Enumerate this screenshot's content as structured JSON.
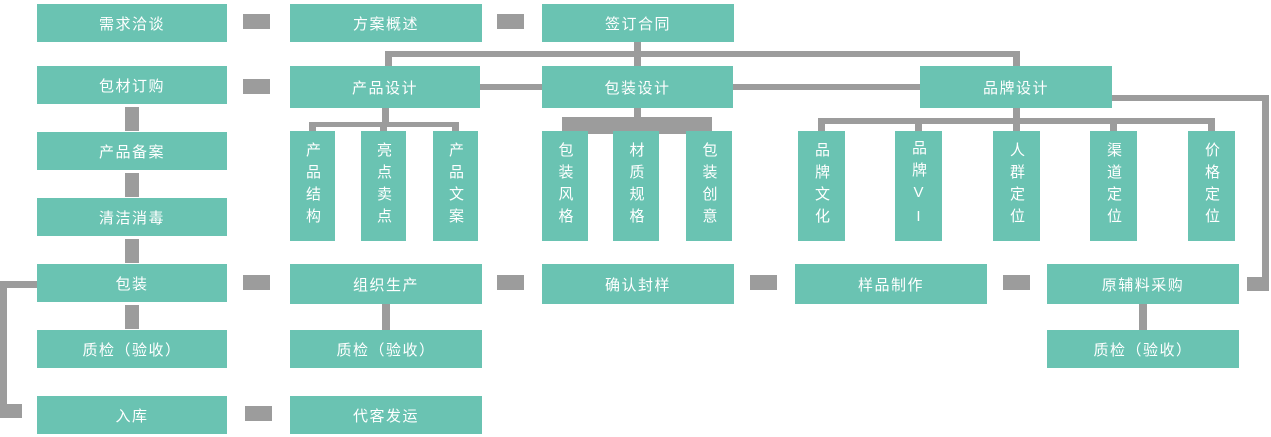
{
  "palette": {
    "node_fill": "#6ac3b2",
    "connector_gray": "#9c9c9c",
    "node_text": "#ffffff",
    "background": "#ffffff"
  },
  "flowchart": {
    "top_row": {
      "demand": "需求洽谈",
      "proposal": "方案概述",
      "contract": "签订合同"
    },
    "left_flow": {
      "material_order": "包材订购",
      "product_filing": "产品备案",
      "cleaning": "清洁消毒",
      "packing": "包装",
      "qc": "质检（验收）",
      "warehousing": "入库"
    },
    "design_row": {
      "product_design": "产品设计",
      "packaging_design": "包装设计",
      "brand_design": "品牌设计"
    },
    "product_design_children": [
      "产品结构",
      "亮点卖点",
      "产品文案"
    ],
    "packaging_design_children": [
      "包装风格",
      "材质规格",
      "包装创意"
    ],
    "brand_design_children": [
      "品牌文化",
      "品牌VI",
      "人群定位",
      "渠道定位",
      "价格定位"
    ],
    "production_row": {
      "organize_production": "组织生产",
      "confirm_sample": "确认封样",
      "sample_making": "样品制作",
      "raw_material_purchase": "原辅料采购"
    },
    "qc_row": {
      "production_qc": "质检（验收）",
      "raw_material_qc": "质检（验收）"
    },
    "bottom_row": {
      "shipping": "代客发运"
    }
  }
}
